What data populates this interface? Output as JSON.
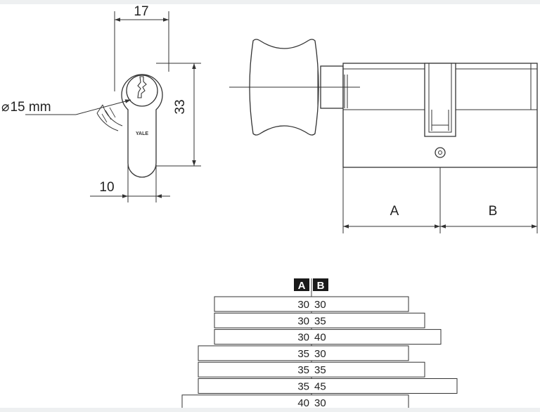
{
  "front_view": {
    "dim_width": "17",
    "dim_height": "33",
    "dim_bottom": "10",
    "dim_diameter": "15 mm",
    "diameter_symbol": "⌀",
    "brand": "YALE"
  },
  "side_view": {
    "label_a": "A",
    "label_b": "B"
  },
  "size_table": {
    "header_a": "A",
    "header_b": "B",
    "rows": [
      {
        "a": "30",
        "b": "30"
      },
      {
        "a": "30",
        "b": "35"
      },
      {
        "a": "30",
        "b": "40"
      },
      {
        "a": "35",
        "b": "30"
      },
      {
        "a": "35",
        "b": "35"
      },
      {
        "a": "35",
        "b": "45"
      },
      {
        "a": "40",
        "b": "30"
      }
    ]
  }
}
